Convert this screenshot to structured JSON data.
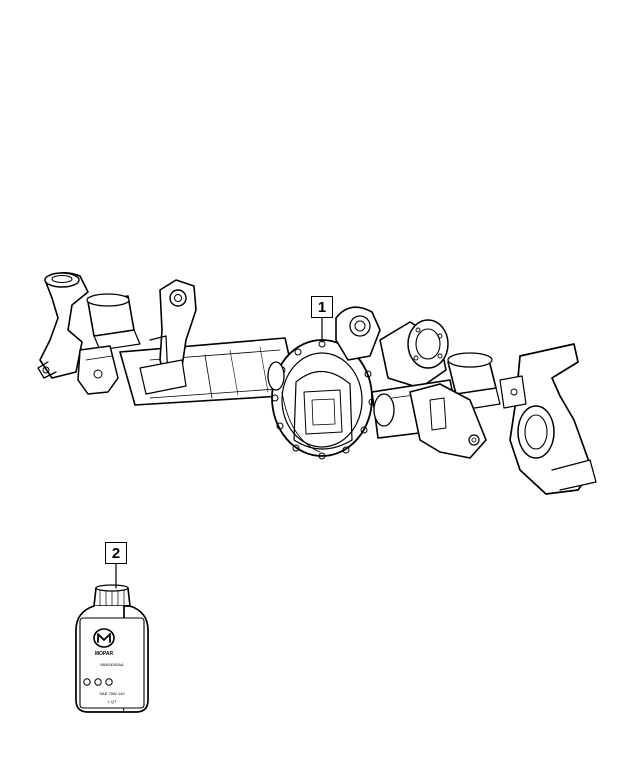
{
  "diagram": {
    "callouts": [
      {
        "number": "1",
        "part": "axle-assembly"
      },
      {
        "number": "2",
        "part": "fluid-bottle"
      }
    ],
    "bottle": {
      "brand_mark": "MOPAR",
      "label_lines": [
        "68000000AA",
        "SAE 75W-140",
        "1 QT"
      ]
    }
  }
}
